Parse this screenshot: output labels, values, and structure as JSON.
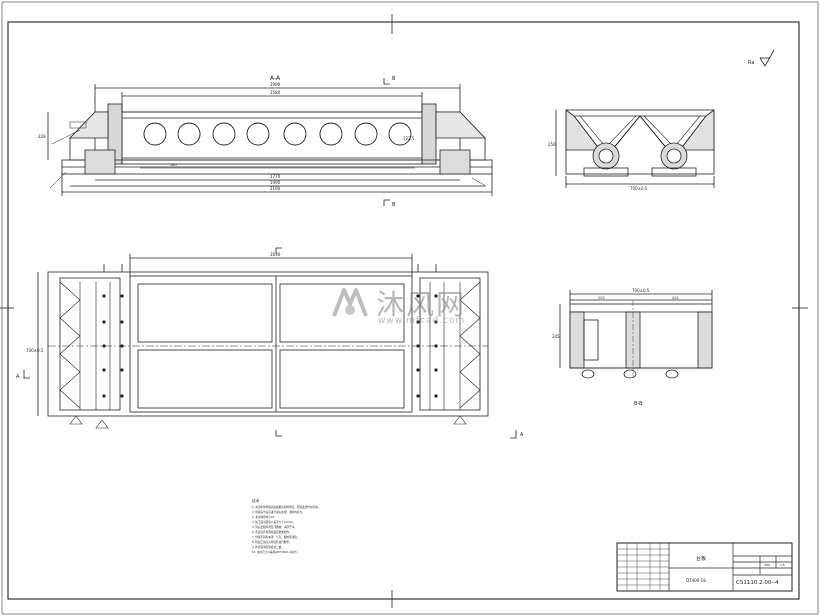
{
  "sections": {
    "aa_label": "A-A",
    "bb_label": "B-B",
    "cut_b": "B",
    "cut_a": "A"
  },
  "roughness": {
    "symbol": "Ra"
  },
  "dimensions": {
    "top_overall": "1990",
    "top_inner": "1580",
    "bottom_1": "1770",
    "bottom_2": "1990",
    "bottom_3": "2160",
    "spacing": "180",
    "height_left": "228",
    "height_right": "122.5",
    "side_width": "700±0.5",
    "side_height": "250",
    "plan_length": "1630",
    "plan_width": "700±0.5",
    "bb_width": "700±0.5",
    "bb_left": "202",
    "bb_right": "202",
    "bb_height": "245"
  },
  "notes": {
    "heading": "技术",
    "lines": [
      "1. 未注明的焊缝高度按相应材料厚度，焊缝连续均匀饱满。",
      "2. 焊接完毕后应进行退火处理，消除内应力。",
      "3. 未注倒角均为C2。",
      "4. 加工面平面度公差不大于0.2mm。",
      "5. 焊后去除焊渣及飞溅物，清理干净。",
      "6. 各连接孔位置按装配要求配作。",
      "7. 焊缝不得有夹渣、气孔、裂纹等缺陷。",
      "8. 机加工前应对焊接件进行检查。",
      "9. 外表面涂防锈底漆二遍。",
      "10. 未注尺寸公差按GB/T1804-m执行。"
    ]
  },
  "title_block": {
    "part_name": "台板",
    "material": "QT400-18",
    "drawing_no": "CS1110.2.00--4",
    "scale": "1:5",
    "quantity": "1",
    "weight": "309"
  },
  "watermark": {
    "text": "沐风网",
    "url": "www.mfcad.com"
  }
}
